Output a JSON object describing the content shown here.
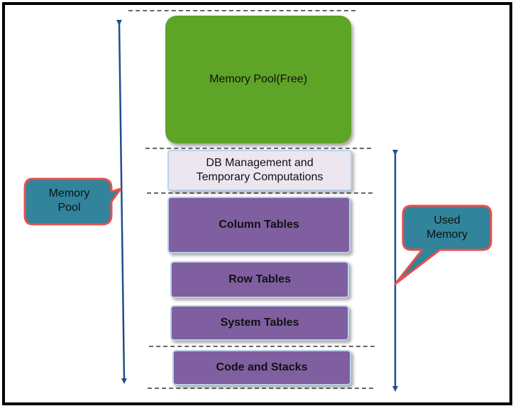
{
  "diagram": {
    "blocks": [
      {
        "id": "memory-pool-free",
        "label": "Memory Pool(Free)",
        "color": "#5ea426"
      },
      {
        "id": "db-management",
        "label": "DB Management and\nTemporary Computations",
        "color": "#ece6f0"
      },
      {
        "id": "column-tables",
        "label": "Column Tables",
        "color": "#7f5fa0"
      },
      {
        "id": "row-tables",
        "label": "Row Tables",
        "color": "#7f5fa0"
      },
      {
        "id": "system-tables",
        "label": "System Tables",
        "color": "#7f5fa0"
      },
      {
        "id": "code-and-stacks",
        "label": "Code and Stacks",
        "color": "#7f5fa0"
      }
    ],
    "callouts": {
      "memory_pool": {
        "line1": "Memory",
        "line2": "Pool"
      },
      "used_memory": {
        "line1": "Used",
        "line2": "Memory"
      }
    },
    "colors": {
      "arrow": "#1f4e8c",
      "callout_fill": "#31849b",
      "callout_border": "#e8504c"
    }
  }
}
